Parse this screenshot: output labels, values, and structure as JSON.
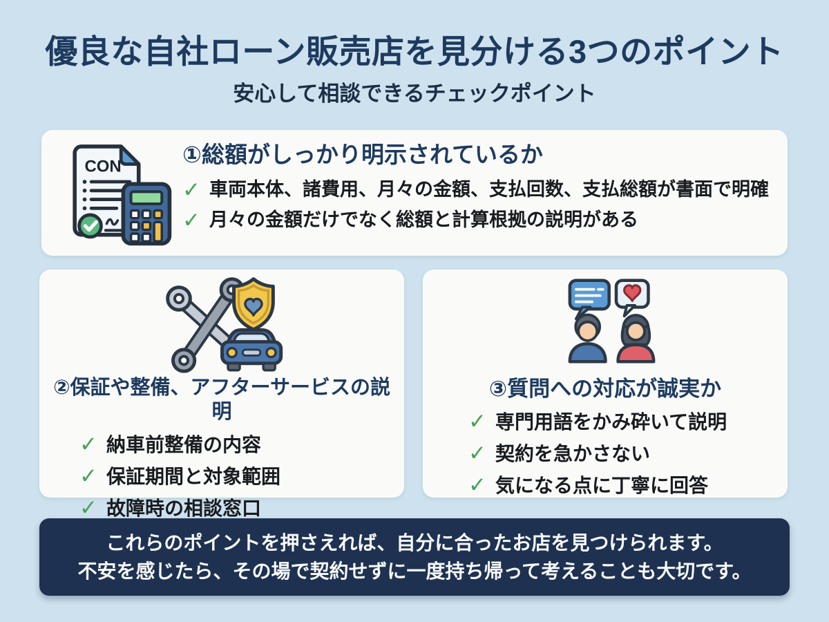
{
  "header": {
    "title": "優良な自社ローン販売店を見分ける3つのポイント",
    "subtitle": "安心して相談できるチェックポイント"
  },
  "glyphs": {
    "check": "✓"
  },
  "icons": {
    "document_label": "CON",
    "card1": "contract-calculator-icon",
    "card2": "tools-shield-car-icon",
    "card3": "chat-people-icon"
  },
  "cards": [
    {
      "heading": "①総額がしっかり明示されているか",
      "items": [
        "車両本体、諸費用、月々の金額、支払回数、支払総額が書面で明確",
        "月々の金額だけでなく総額と計算根拠の説明がある"
      ]
    },
    {
      "heading": "②保証や整備、アフターサービスの説明",
      "items": [
        "納車前整備の内容",
        "保証期間と対象範囲",
        "故障時の相談窓口"
      ]
    },
    {
      "heading": "③質問への対応が誠実か",
      "items": [
        "専門用語をかみ砕いて説明",
        "契約を急かさない",
        "気になる点に丁寧に回答"
      ]
    }
  ],
  "footer": {
    "line1": "これらのポイントを押さえれば、自分に合ったお店を見つけられます。",
    "line2": "不安を感じたら、その場で契約せずに一度持ち帰って考えることも大切です。"
  },
  "colors": {
    "background": "#cde2ee",
    "card_background": "#fafbf9",
    "heading_navy": "#1e3a5f",
    "body_text": "#181b1f",
    "check_green": "#44a351",
    "footer_background": "#1e3150",
    "footer_text": "#f7f9fb"
  }
}
